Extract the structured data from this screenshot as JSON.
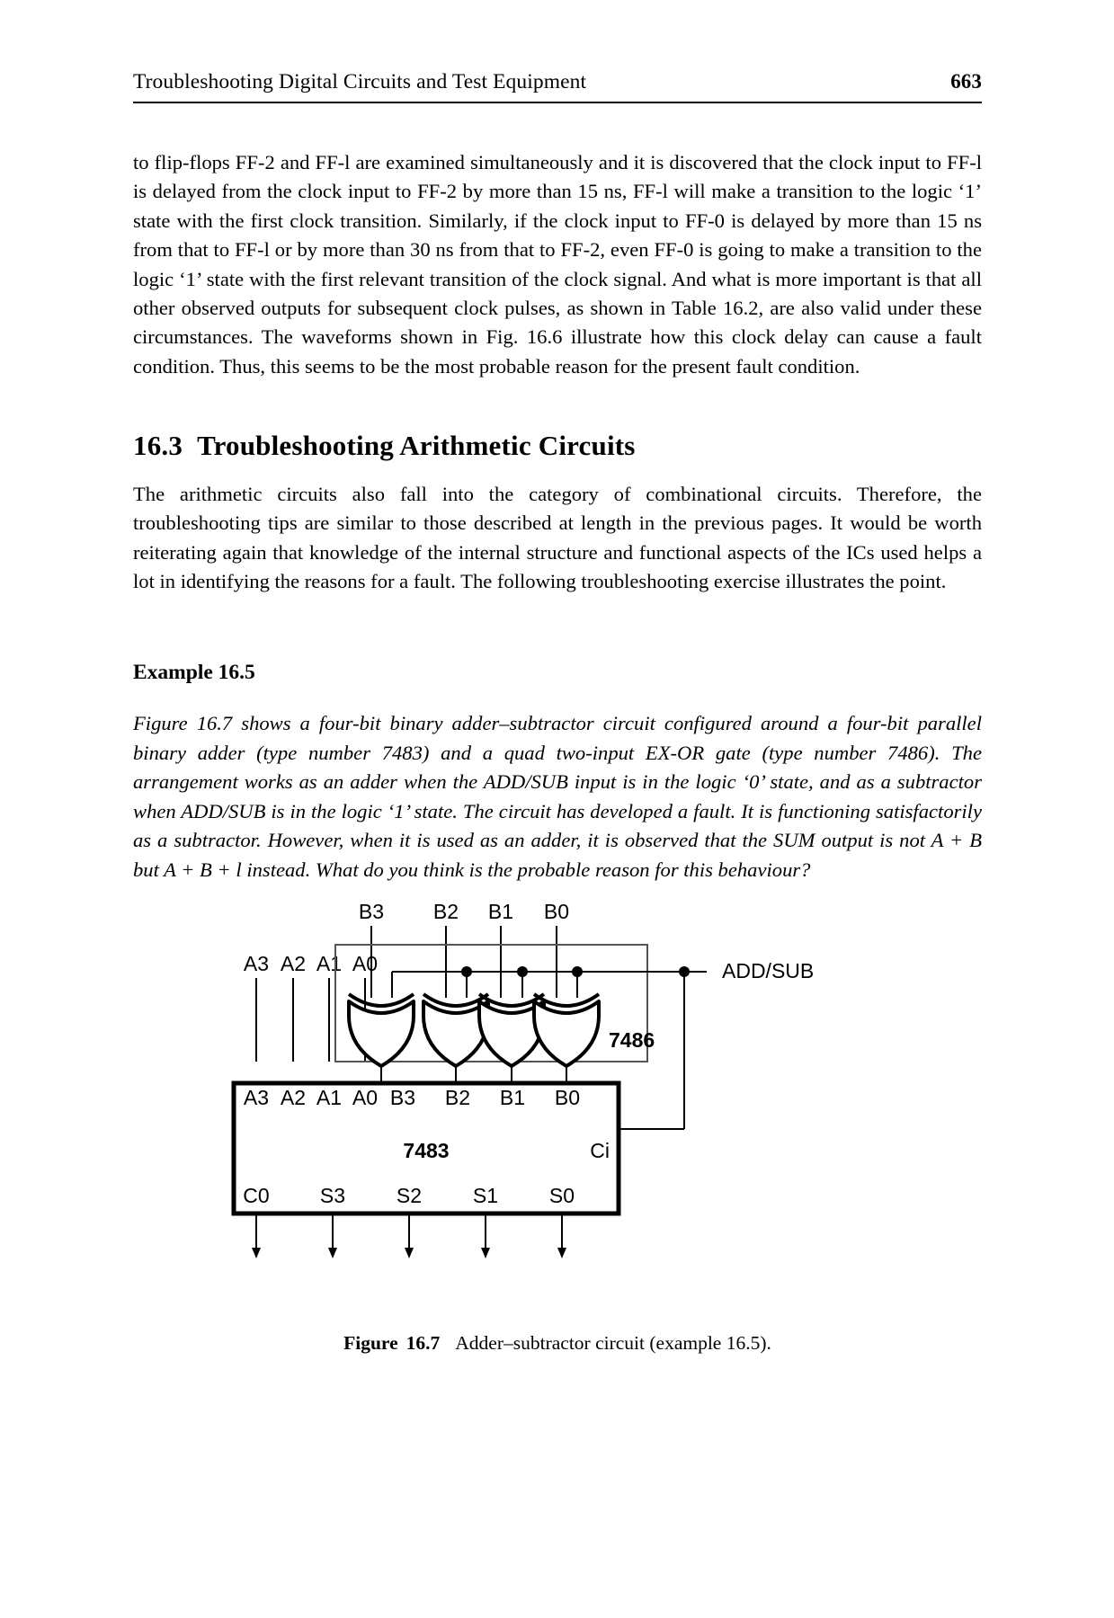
{
  "header": {
    "title": "Troubleshooting Digital Circuits and Test Equipment",
    "page_number": "663"
  },
  "body": {
    "intro_paragraph": "to flip-flops FF-2 and FF-l are examined simultaneously and it is discovered that the clock input to FF-l is delayed from the clock input to FF-2 by more than 15 ns, FF-l will make a transition to the logic ‘1’ state with the first clock transition. Similarly, if the clock input to FF-0 is delayed by more than 15 ns from that to FF-l or by more than 30 ns from that to FF-2, even FF-0 is going to make a transition to the logic ‘1’ state with the first relevant transition of the clock signal. And what is more important is that all other observed outputs for subsequent clock pulses, as shown in Table 16.2, are also valid under these circumstances. The waveforms shown in Fig. 16.6 illustrate how this clock delay can cause a fault condition. Thus, this seems to be the most probable reason for the present fault condition.",
    "section_number": "16.3",
    "section_title": "Troubleshooting Arithmetic Circuits",
    "arithmetic_paragraph": "The arithmetic circuits also fall into the category of combinational circuits. Therefore, the troubleshooting tips are similar to those described at length in the previous pages. It would be worth reiterating again that knowledge of the internal structure and functional aspects of the ICs used helps a lot in identifying the reasons for a fault. The following troubleshooting exercise illustrates the point.",
    "example_heading": "Example 16.5",
    "example_text_part1": "Figure 16.7 shows a four-bit binary adder–subtractor circuit configured around a four-bit parallel binary adder (type number 7483) and a quad two-input EX-OR gate (type number 7486). The arrangement works as an adder when the ADD/SUB input is in the logic ‘0’ state, and as a subtractor when ADD/SUB is in the logic ‘1’ state. The circuit has developed a fault. It is functioning satisfactorily as a subtractor. However, when it is used as an adder, it is observed that the SUM output is not ",
    "example_math1": "A + B",
    "example_text_part2": " but ",
    "example_math2": "A + B + l",
    "example_text_part3": " instead. What do you think is the probable reason for this behaviour?"
  },
  "figure": {
    "caption_label": "Figure",
    "caption_number": "16.7",
    "caption_text": "Adder–subtractor circuit (example 16.5).",
    "xor_chip_label": "7486",
    "adder_chip_label": "7483",
    "b_inputs": [
      "B3",
      "B2",
      "B1",
      "B0"
    ],
    "a_inputs_top": [
      "A3",
      "A2",
      "A1",
      "A0"
    ],
    "addsub_label": "ADD/SUB",
    "adder_a_pins": [
      "A3",
      "A2",
      "A1",
      "A0"
    ],
    "adder_b_pins": [
      "B3",
      "B2",
      "B1",
      "B0"
    ],
    "carry_in_label": "Ci",
    "outputs": [
      "C0",
      "S3",
      "S2",
      "S1",
      "S0"
    ]
  }
}
